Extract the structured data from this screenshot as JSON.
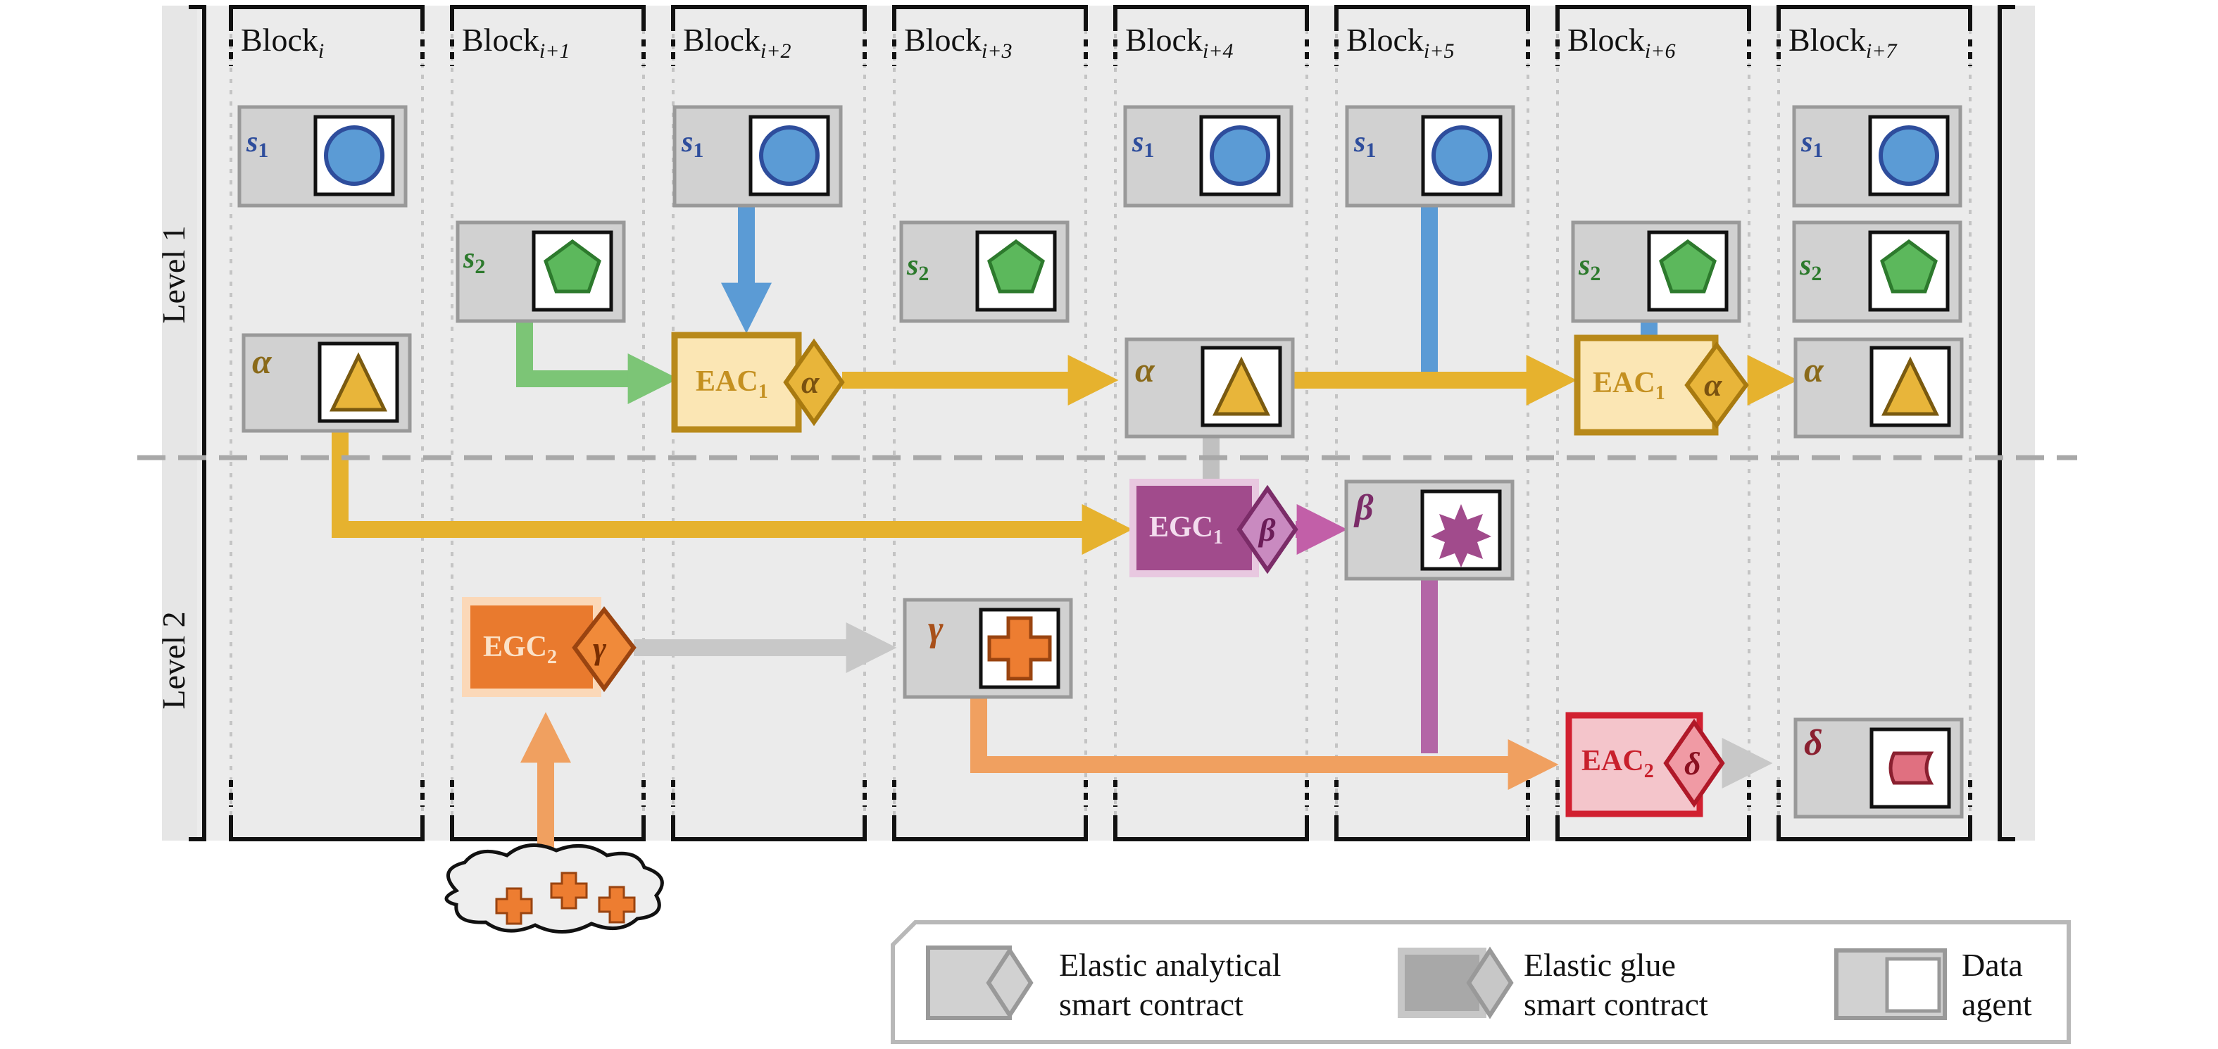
{
  "blocks": [
    {
      "base": "Block",
      "sub": "i"
    },
    {
      "base": "Block",
      "sub": "i+1"
    },
    {
      "base": "Block",
      "sub": "i+2"
    },
    {
      "base": "Block",
      "sub": "i+3"
    },
    {
      "base": "Block",
      "sub": "i+4"
    },
    {
      "base": "Block",
      "sub": "i+5"
    },
    {
      "base": "Block",
      "sub": "i+6"
    },
    {
      "base": "Block",
      "sub": "i+7"
    }
  ],
  "levels": {
    "level1": "Level 1",
    "level2": "Level 2"
  },
  "agents": {
    "s": "s",
    "sub1": "1",
    "sub2": "2",
    "alpha": "α",
    "beta": "β",
    "gamma": "γ",
    "delta": "δ"
  },
  "contracts": {
    "eac": "EAC",
    "egc": "EGC",
    "sub1": "1",
    "sub2": "2"
  },
  "legend": {
    "analytical_line1": "Elastic analytical",
    "analytical_line2": "smart contract",
    "glue_line1": "Elastic glue",
    "glue_line2": "smart contract",
    "agent_line1": "Data",
    "agent_line2": "agent"
  },
  "colors": {
    "s1": "#5b9bd5",
    "s2": "#5cb85c",
    "alpha": "#e8b53a",
    "beta": "#a14b8c",
    "gamma": "#ed7d31",
    "delta": "#d9505e",
    "glue_arrow": "#c8c8c8",
    "column_bg": "#ebebeb"
  }
}
